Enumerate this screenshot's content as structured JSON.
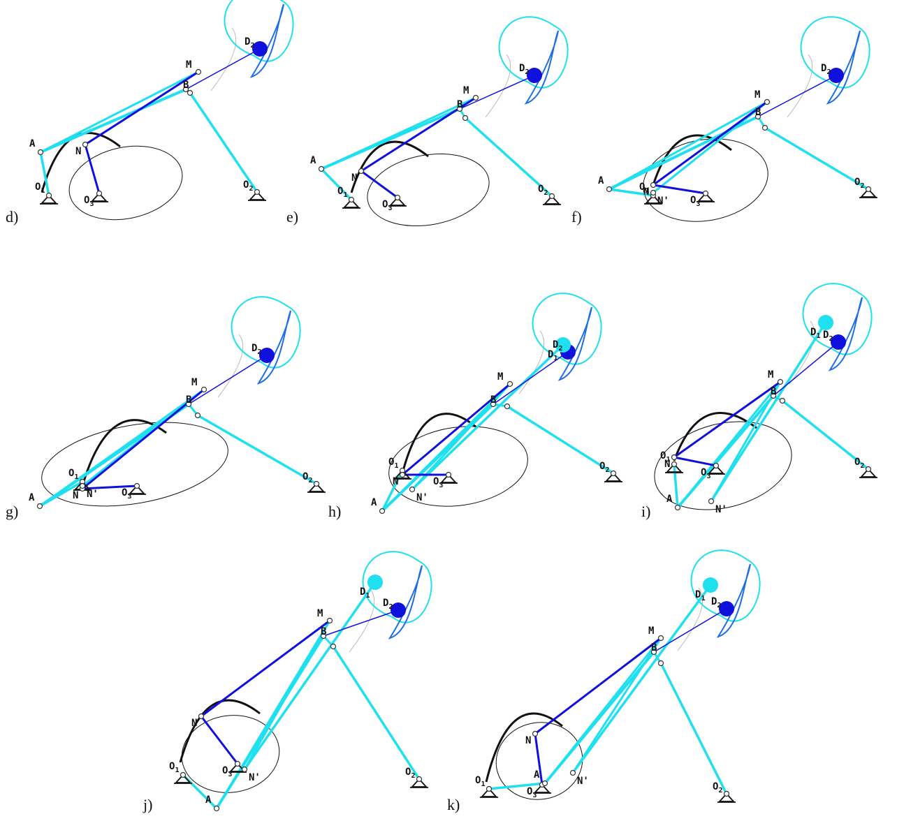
{
  "colors": {
    "cyan": "#1ee0ee",
    "blue": "#1010dd",
    "midblue": "#1e6ee6",
    "black": "#111111",
    "grey": "#aaaaaa"
  },
  "panels": [
    {
      "id": "d",
      "label": "d)"
    },
    {
      "id": "e",
      "label": "e)"
    },
    {
      "id": "f",
      "label": "f)"
    },
    {
      "id": "g",
      "label": "g)"
    },
    {
      "id": "h",
      "label": "h)"
    },
    {
      "id": "i",
      "label": "i)"
    },
    {
      "id": "j",
      "label": "j)"
    },
    {
      "id": "k",
      "label": "k)"
    }
  ],
  "point_labels": {
    "A": "A",
    "B": "B",
    "M": "M",
    "N": "N",
    "N_prime": "N'",
    "O": "O",
    "D": "D",
    "sub1": "1",
    "sub2": "2",
    "sub3": "3"
  }
}
